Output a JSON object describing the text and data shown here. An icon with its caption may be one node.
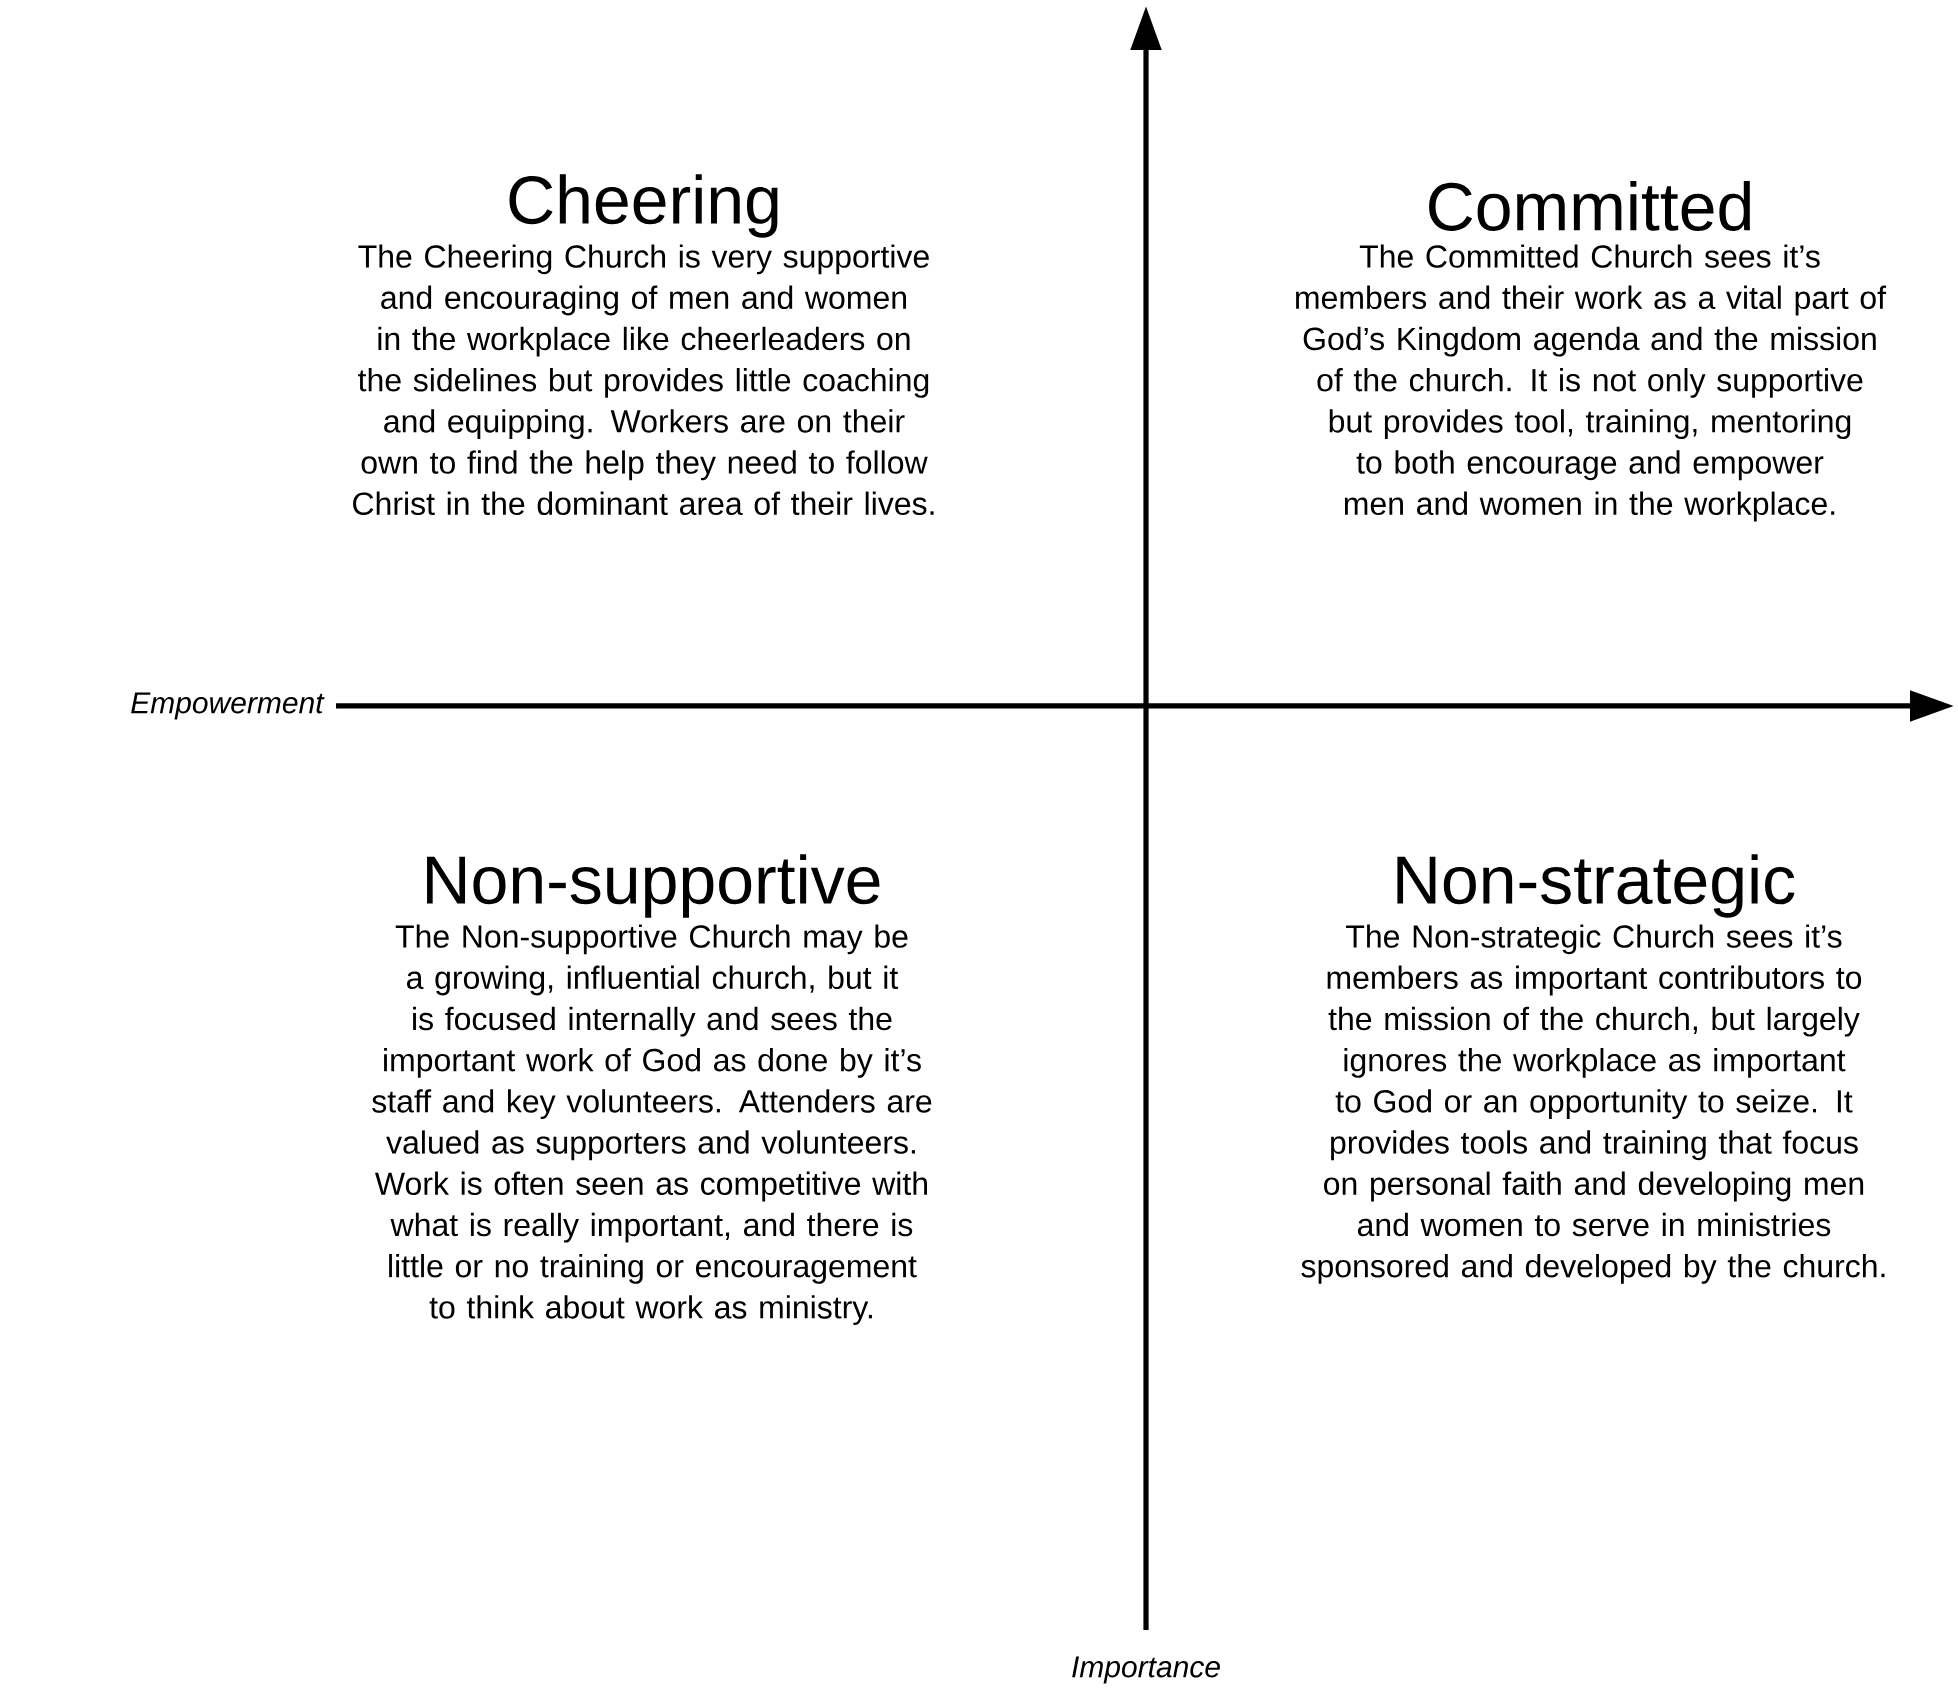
{
  "diagram": {
    "labels": [
      "Cheering",
      "The Cheering Church is very supportive and encouraging of men and women in the workplace like cheerleaders on the sidelines but provides little coaching and equipping. Workers are on their own to find the help they need to follow Christ in the dominant area of their lives.",
      "Committed",
      "The Committed Church sees it’s members and their work as a vital part of God’s Kingdom agenda and the mission of the church. It is not only supportive but provides tool, training, mentoring to both encourage and empower men and women in the workplace.",
      "Empowerment",
      "Non-supportive",
      "The Non-supportive Church may be a growing, influential church, but it is focused internally and sees the important work of God as done by it’s staff and key volunteers. Attenders are valued as supporters and volunteers. Work is often seen as competitive with what is really important, and there is little or no training or encouragement to think about work as ministry.",
      "Non-strategic",
      "The Non-strategic Church sees it’s members as important contributors to the mission of the church, but largely ignores the workplace as important to God or an opportunity to seize. It provides tools and training that focus on personal faith and developing men and women to serve in ministries sponsored and developed by the church.",
      "Importance"
    ]
  }
}
